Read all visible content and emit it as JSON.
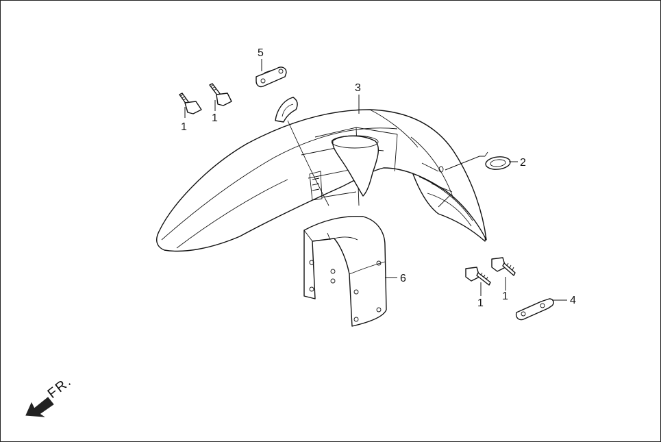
{
  "diagram": {
    "callouts": {
      "bolt_top_left": "1",
      "bolt_top_right": "1",
      "bolt_bottom_left": "1",
      "bolt_bottom_right": "1",
      "clip": "2",
      "fender": "3",
      "bracket_right": "4",
      "bracket_left": "5",
      "fork_brace": "6"
    },
    "direction_label": "FR."
  }
}
